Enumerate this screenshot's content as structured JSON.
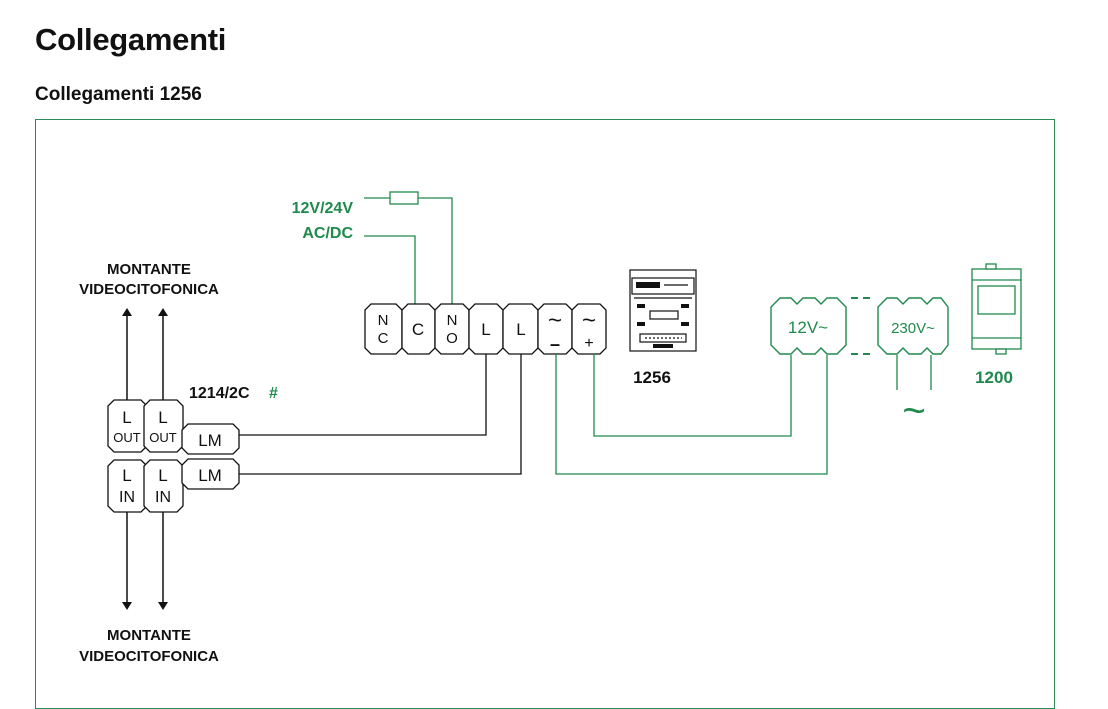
{
  "header": {
    "title": "Collegamenti",
    "subtitle": "Collegamenti 1256"
  },
  "diagram": {
    "riser_top": [
      "MONTANTE",
      "VIDEOCITOFONICA"
    ],
    "riser_bottom": [
      "MONTANTE",
      "VIDEOCITOFONICA"
    ],
    "supply_label": [
      "12V/24V",
      "AC/DC"
    ],
    "distributor": {
      "model": "1214/2C",
      "mark": "#",
      "terminals": {
        "out_1": [
          "L",
          "OUT"
        ],
        "out_2": [
          "L",
          "OUT"
        ],
        "in_1": [
          "L",
          "IN"
        ],
        "in_2": [
          "L",
          "IN"
        ],
        "lm_1": "LM",
        "lm_2": "LM"
      }
    },
    "terminal_block": {
      "nc": [
        "N",
        "C"
      ],
      "c": "C",
      "no": [
        "N",
        "O"
      ],
      "l1": "L",
      "l2": "L",
      "ac_minus": [
        "~",
        "–"
      ],
      "ac_plus": [
        "~",
        "+"
      ]
    },
    "device_label": "1256",
    "transformer": {
      "secondary": "12V~",
      "primary": "230V~",
      "mains_symbol": "~",
      "model": "1200"
    }
  },
  "colors": {
    "accent_green": "#1f8a4c",
    "frame_green": "#2e8b57",
    "ink": "#111111"
  }
}
